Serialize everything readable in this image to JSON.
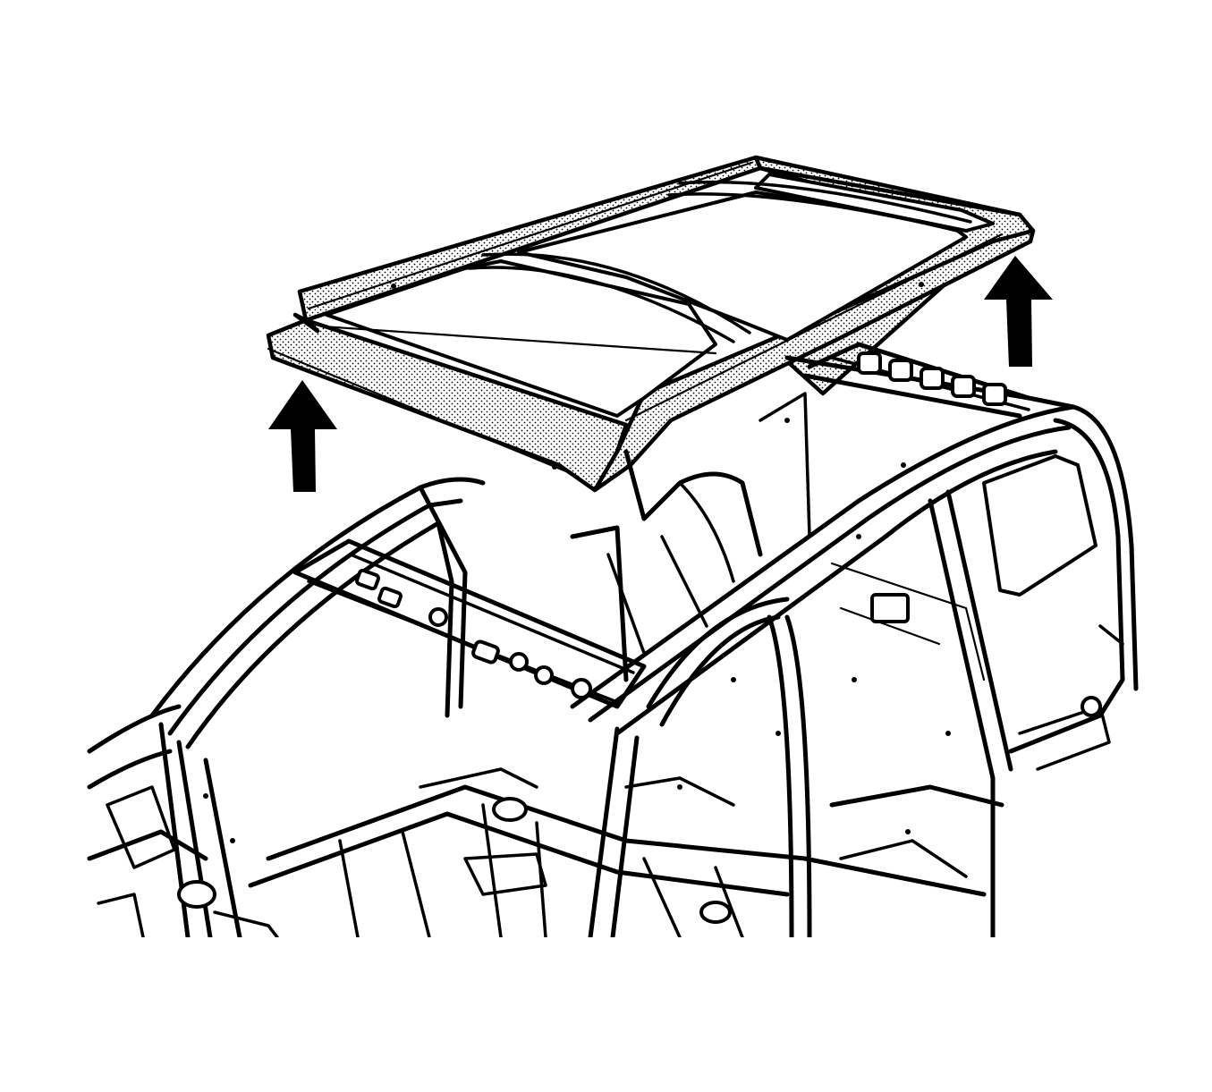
{
  "illustration": {
    "components": [
      "roof-panel-reinforcement-frame",
      "vehicle-body-structure"
    ],
    "arrows": {
      "count": 2,
      "direction": "up"
    }
  }
}
